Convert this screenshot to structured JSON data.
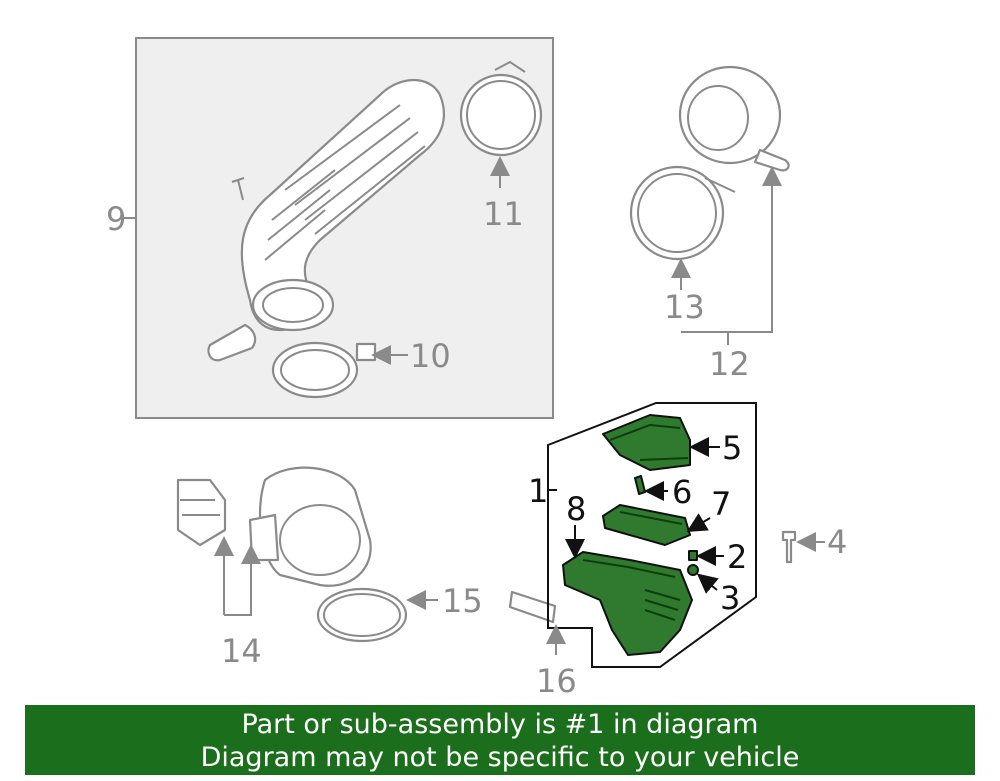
{
  "colors": {
    "highlight_part": "#2f7a2f",
    "banner_bg": "#1b6e1b",
    "callout_gray": "#8a8a8a",
    "callout_dark": "#111111",
    "inset_bg": "#efefef"
  },
  "callouts": {
    "c1": "1",
    "c2": "2",
    "c3": "3",
    "c4": "4",
    "c5": "5",
    "c6": "6",
    "c7": "7",
    "c8": "8",
    "c9": "9",
    "c10": "10",
    "c11": "11",
    "c12": "12",
    "c13": "13",
    "c14": "14",
    "c15": "15",
    "c16": "16"
  },
  "banner": {
    "line1": "Part or sub-assembly is #1 in diagram",
    "line2": "Diagram may not be specific to your vehicle"
  }
}
